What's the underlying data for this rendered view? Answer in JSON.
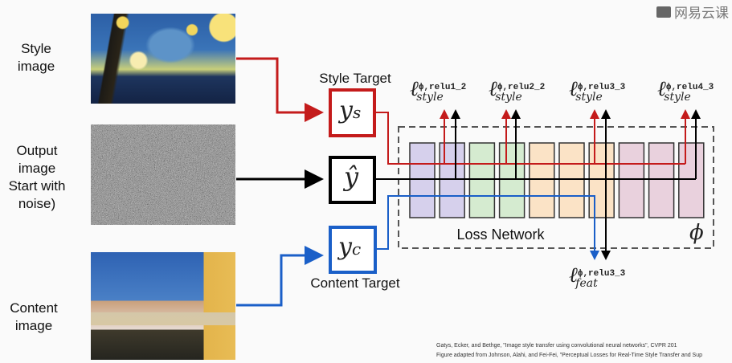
{
  "watermark": {
    "text": "网易云课",
    "icon": "chat-bubble-icon"
  },
  "inputs": {
    "style_label": "Style image",
    "output_label_lines": [
      "Output",
      "image",
      "Start with",
      "noise)"
    ],
    "content_label": "Content image"
  },
  "targets": {
    "style_title": "Style Target",
    "style_symbol": "y",
    "style_subscript": "s",
    "output_symbol": "ŷ",
    "content_symbol": "y",
    "content_subscript": "c",
    "content_title": "Content Target"
  },
  "network": {
    "label": "Loss Network",
    "phi": "ϕ",
    "block_colors": [
      "#d6d0ec",
      "#d6d0ec",
      "#d5ebd0",
      "#d5ebd0",
      "#fbe3c6",
      "#fbe3c6",
      "#fbe3c6",
      "#e9d1dd",
      "#e9d1dd",
      "#e9d1dd"
    ]
  },
  "losses": {
    "style": [
      {
        "ell": "ℓ",
        "sup": "ϕ,relu1_2",
        "sub": "style"
      },
      {
        "ell": "ℓ",
        "sup": "ϕ,relu2_2",
        "sub": "style"
      },
      {
        "ell": "ℓ",
        "sup": "ϕ,relu3_3",
        "sub": "style"
      },
      {
        "ell": "ℓ",
        "sup": "ϕ,relu4_3",
        "sub": "style"
      }
    ],
    "feat": {
      "ell": "ℓ",
      "sup": "ϕ,relu3_3",
      "sub": "feat"
    }
  },
  "colors": {
    "style": "#c41b1b",
    "output": "#000000",
    "content": "#1a5fc8"
  },
  "captions": {
    "line1": "Gatys, Ecker, and Bethge, \"Image style transfer using convolutional neural networks\", CVPR 201",
    "line2": "Figure adapted from Johnson, Alahi, and Fei-Fei, \"Perceptual Losses for Real-Time Style Transfer and Sup"
  }
}
